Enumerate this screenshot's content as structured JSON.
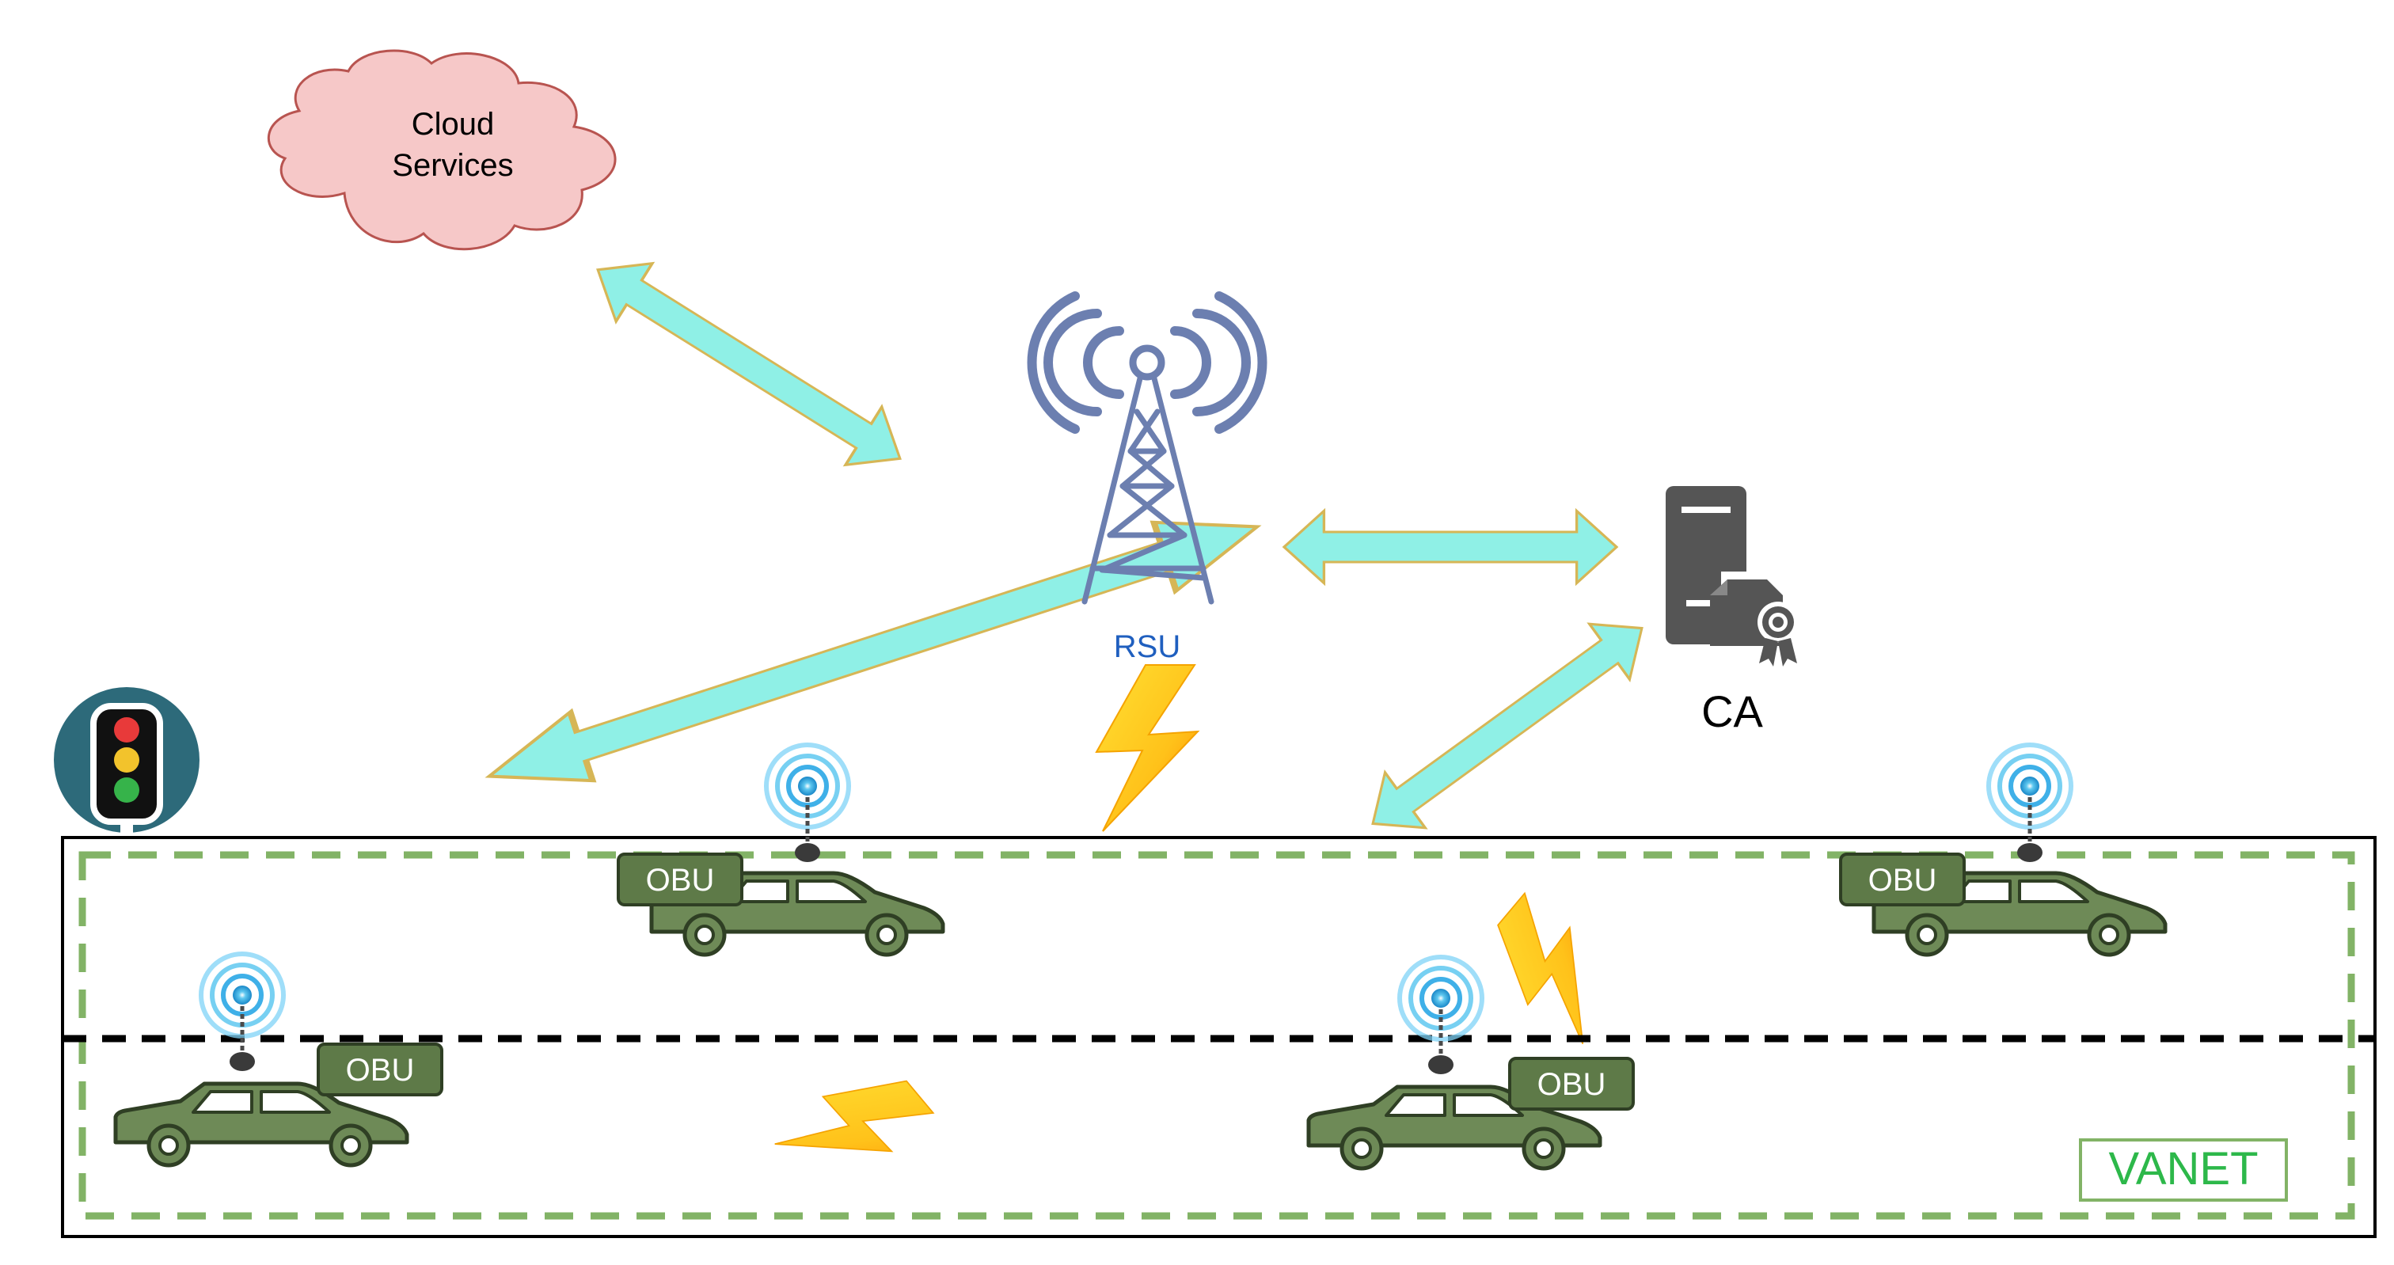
{
  "cloud": {
    "line1": "Cloud",
    "line2": "Services"
  },
  "rsu": {
    "label": "RSU"
  },
  "ca": {
    "label": "CA"
  },
  "vehicles": [
    {
      "obu_label": "OBU"
    },
    {
      "obu_label": "OBU"
    },
    {
      "obu_label": "OBU"
    },
    {
      "obu_label": "OBU"
    }
  ],
  "vanet": {
    "label": "VANET"
  },
  "colors": {
    "cloud_fill": "#f6c8c8",
    "cloud_stroke": "#b85450",
    "arrow_fill": "#8ff0e6",
    "arrow_stroke": "#d6b656",
    "tower": "#6c7fb0",
    "rsu_text": "#1f5fbf",
    "car_fill": "#6e8a57",
    "car_stroke": "#2f3f24",
    "obu_fill": "#5e7a48",
    "vanet_green": "#82b366",
    "vanet_text": "#2db84a",
    "server": "#555555",
    "traffic_bg": "#2d6a7a"
  },
  "icons": [
    "cloud-icon",
    "antenna-tower-icon",
    "server-certificate-icon",
    "traffic-light-icon",
    "lightning-icon",
    "car-icon",
    "wireless-antenna-icon"
  ]
}
